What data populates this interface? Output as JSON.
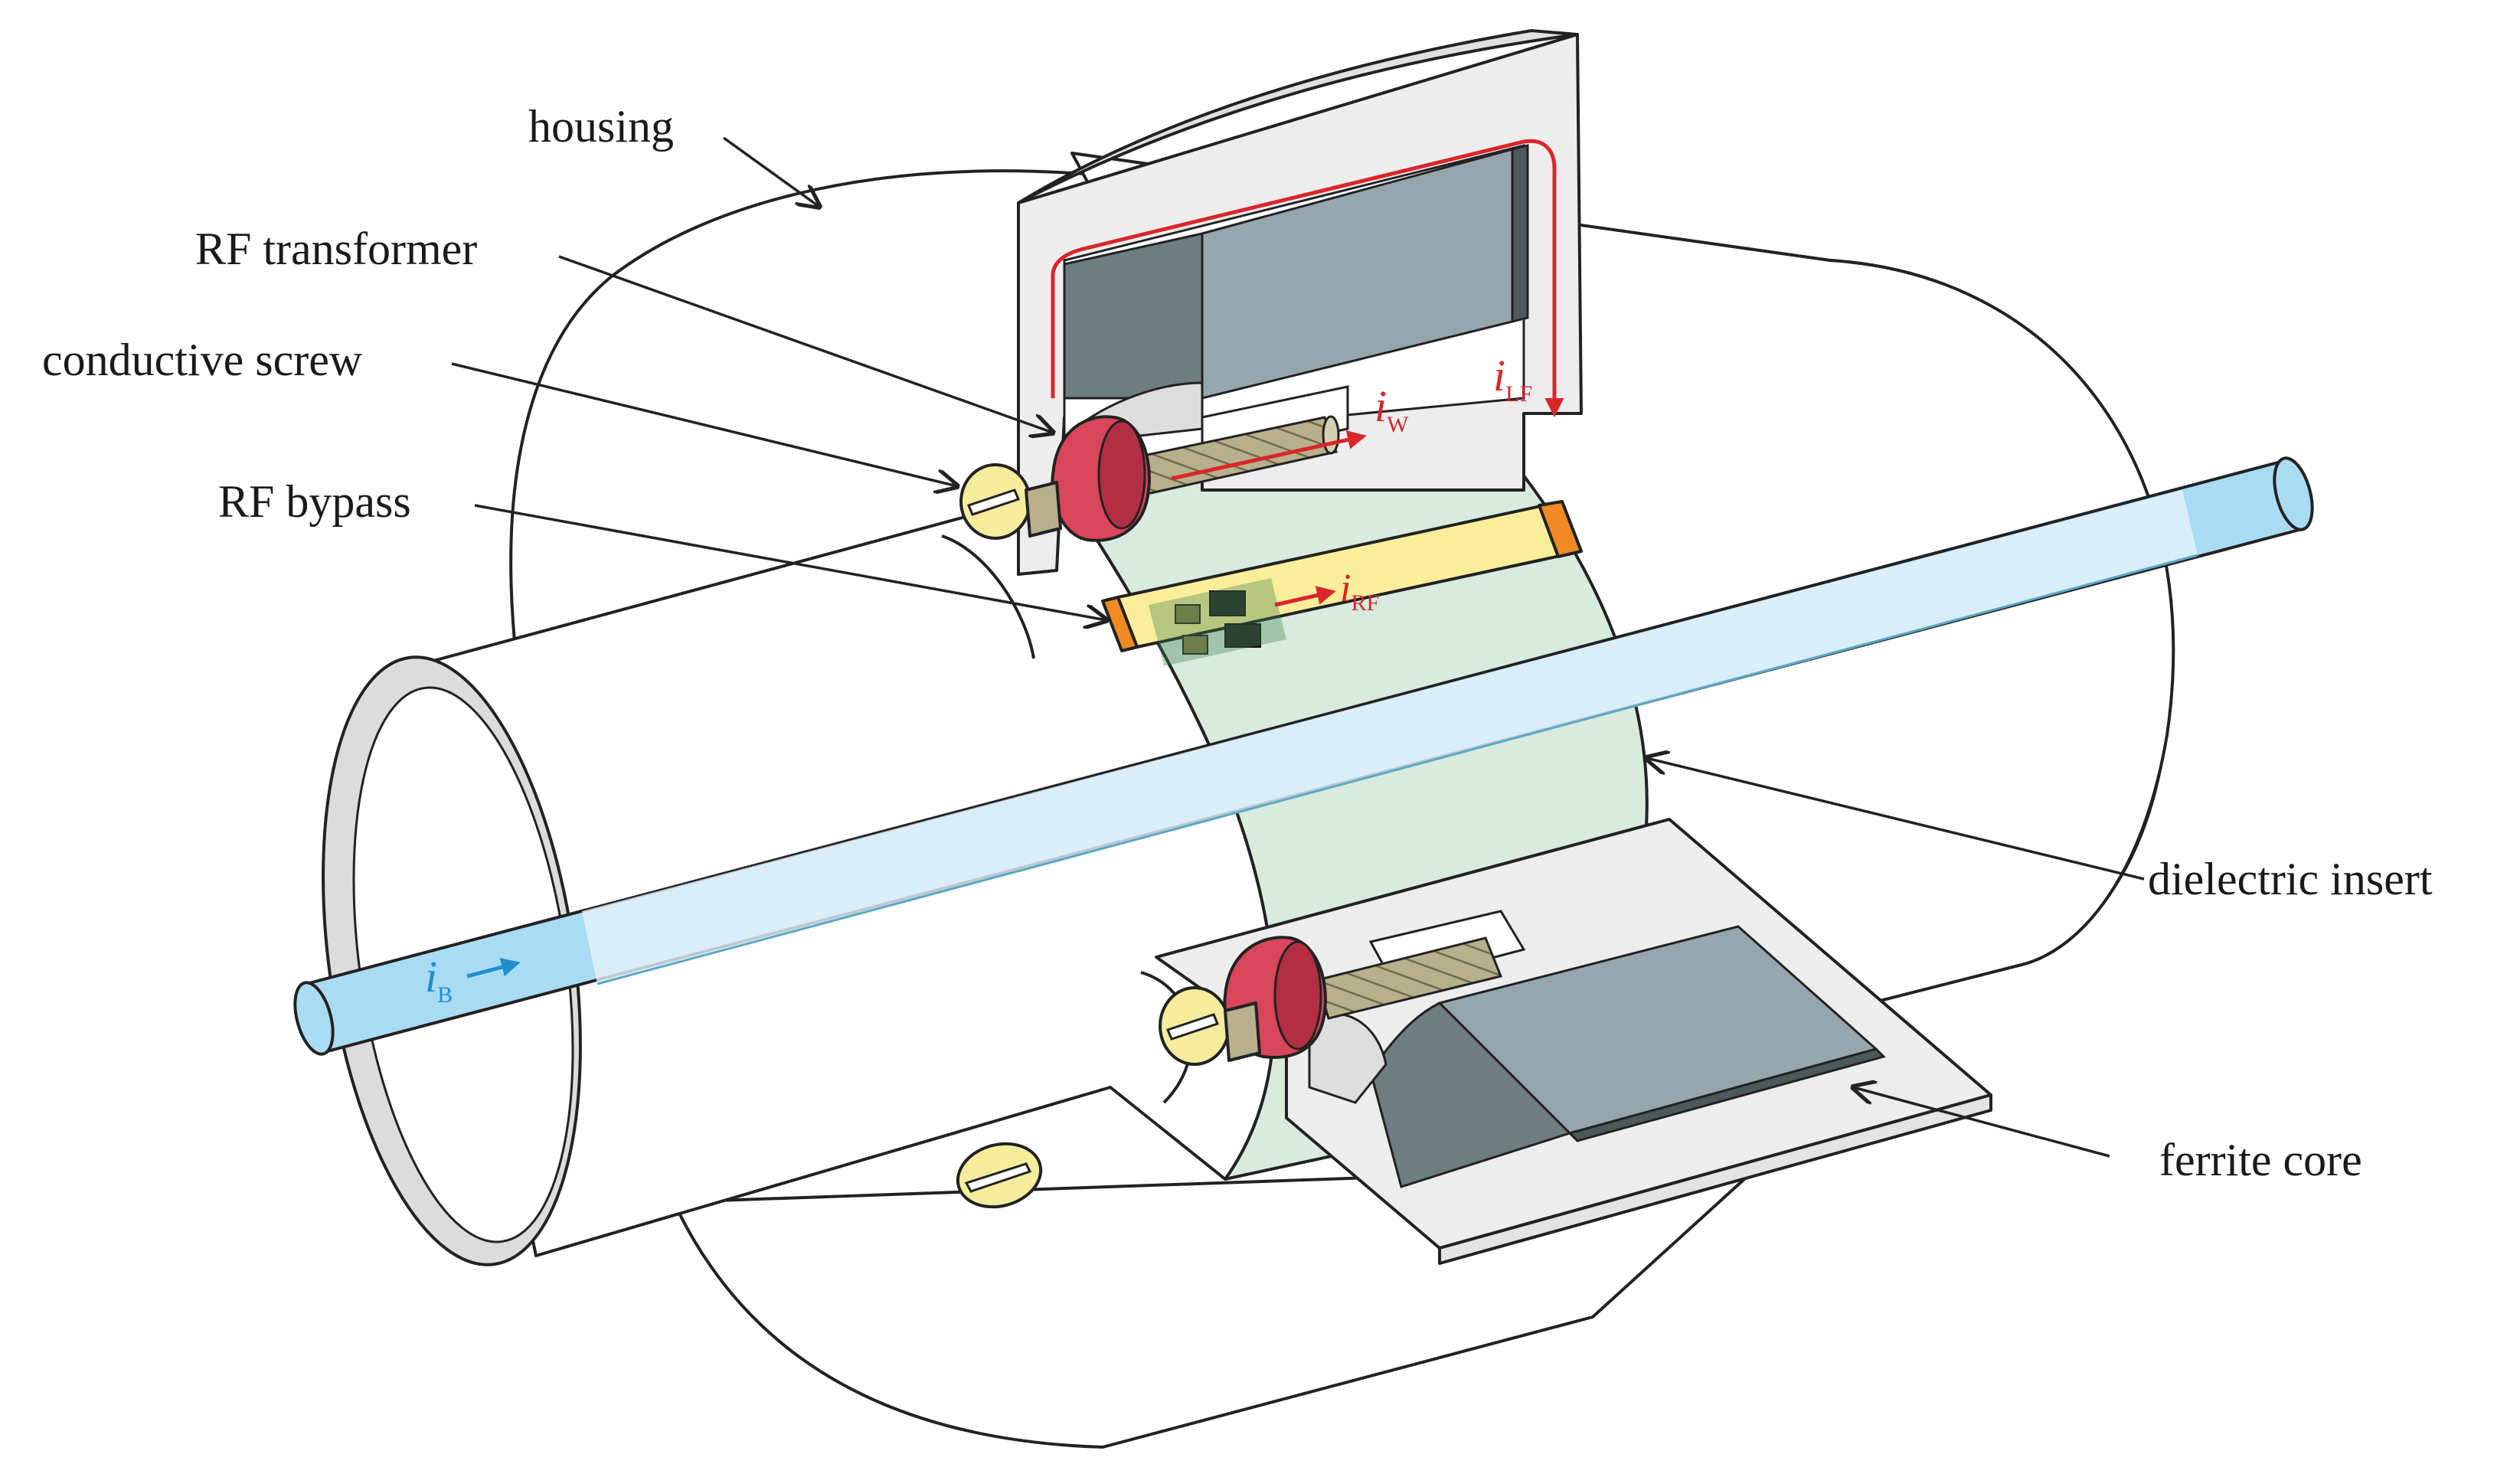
{
  "labels": {
    "housing": "housing",
    "rf_transformer": "RF transformer",
    "conductive_screw": "conductive screw",
    "rf_bypass": "RF bypass",
    "dielectric_insert": "dielectric insert",
    "ferrite_core": "ferrite core"
  },
  "currents": {
    "iw": {
      "symbol": "i",
      "subscript": "W"
    },
    "ilf": {
      "symbol": "i",
      "subscript": "LF"
    },
    "irf": {
      "symbol": "i",
      "subscript": "RF"
    },
    "ib": {
      "symbol": "i",
      "subscript": "B"
    }
  },
  "colors": {
    "current_red": "#d9262b",
    "current_blue": "#1f8fcf",
    "conductor": "#a9dcf3",
    "housing": "#ededed",
    "housing_face": "#e4e4e4",
    "ferrite_dark": "#6e7d80",
    "ferrite_light": "#96a6ae",
    "dielectric": "#d8ebde",
    "bypass_pcb": "#fbee9b",
    "bypass_end": "#f08a24",
    "screw_head": "#f5ec9c",
    "screw_shank": "#b8b08c",
    "nut": "#d9455a"
  }
}
